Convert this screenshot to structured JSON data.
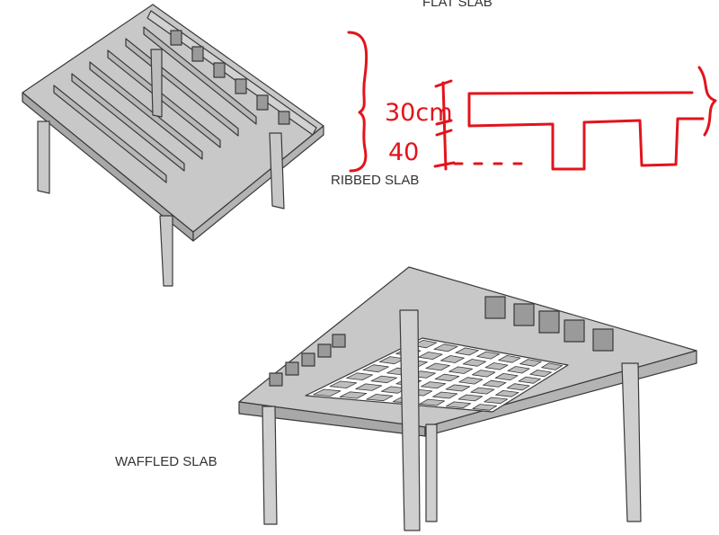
{
  "labels": {
    "flat_slab": "FLAT SLAB",
    "ribbed_slab": "RIBBED SLAB",
    "waffled_slab": "WAFFLED SLAB"
  },
  "annotation": {
    "upper_dimension": "30cm",
    "lower_dimension": "40",
    "ink_color": "#e2141c"
  },
  "colors": {
    "concrete": "#c4c4c4",
    "concrete_dark": "#9e9e9e",
    "concrete_light": "#d8d8d8",
    "outline": "#3a3a3a"
  }
}
